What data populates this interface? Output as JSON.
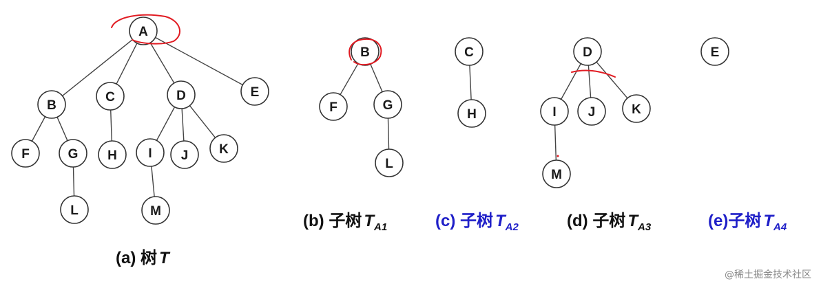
{
  "colors": {
    "node_stroke": "#333333",
    "edge": "#444444",
    "caption_black": "#111111",
    "caption_blue": "#1f1fc8",
    "annotation_red": "#e11b22",
    "watermark": "#8a8a8a"
  },
  "trees": [
    {
      "id": "a",
      "caption": {
        "prefix": "(a) 树",
        "var": "T",
        "sub": "",
        "color": "#111111"
      },
      "nodes": [
        "A",
        "B",
        "C",
        "D",
        "E",
        "F",
        "G",
        "H",
        "I",
        "J",
        "K",
        "L",
        "M"
      ],
      "edges": [
        [
          "A",
          "B"
        ],
        [
          "A",
          "C"
        ],
        [
          "A",
          "D"
        ],
        [
          "A",
          "E"
        ],
        [
          "B",
          "F"
        ],
        [
          "B",
          "G"
        ],
        [
          "G",
          "L"
        ],
        [
          "C",
          "H"
        ],
        [
          "D",
          "I"
        ],
        [
          "D",
          "J"
        ],
        [
          "D",
          "K"
        ],
        [
          "I",
          "M"
        ]
      ]
    },
    {
      "id": "b",
      "caption": {
        "prefix": "(b) 子树",
        "var": "T",
        "sub": "A1",
        "color": "#111111"
      },
      "nodes": [
        "B",
        "F",
        "G",
        "L"
      ],
      "edges": [
        [
          "B",
          "F"
        ],
        [
          "B",
          "G"
        ],
        [
          "G",
          "L"
        ]
      ]
    },
    {
      "id": "c",
      "caption": {
        "prefix": "(c) 子树",
        "var": "T",
        "sub": "A2",
        "color": "#1f1fc8"
      },
      "nodes": [
        "C",
        "H"
      ],
      "edges": [
        [
          "C",
          "H"
        ]
      ]
    },
    {
      "id": "d",
      "caption": {
        "prefix": "(d) 子树",
        "var": "T",
        "sub": "A3",
        "color": "#111111"
      },
      "nodes": [
        "D",
        "I",
        "J",
        "K",
        "M"
      ],
      "edges": [
        [
          "D",
          "I"
        ],
        [
          "D",
          "J"
        ],
        [
          "D",
          "K"
        ],
        [
          "I",
          "M"
        ]
      ]
    },
    {
      "id": "e",
      "caption": {
        "prefix": "(e)子树",
        "var": "T",
        "sub": "A4",
        "color": "#1f1fc8"
      },
      "nodes": [
        "E"
      ],
      "edges": []
    }
  ],
  "watermark": "@稀土掘金技术社区"
}
